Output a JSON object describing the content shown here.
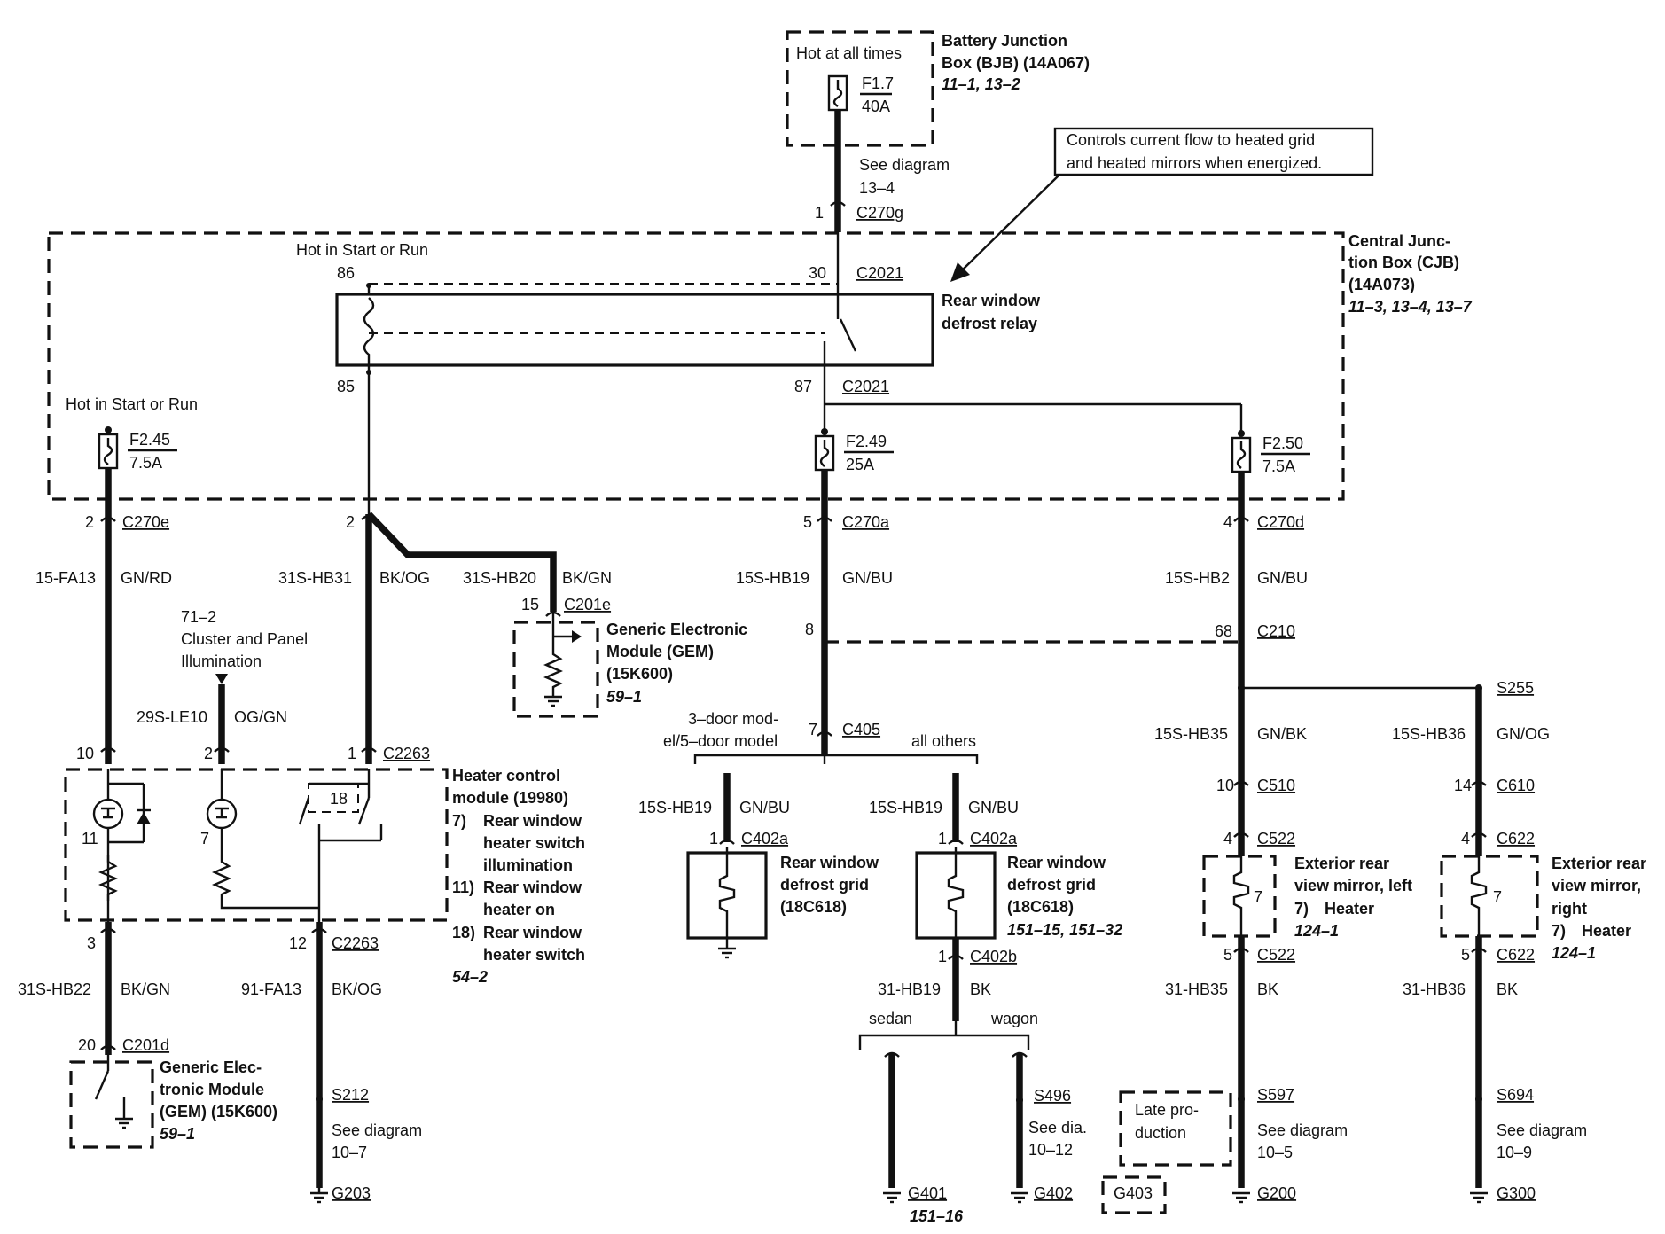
{
  "callout": "Controls current flow to heated grid and heated mirrors when energized.",
  "bjb": {
    "hot": "Hot at all times",
    "title1": "Battery Junction",
    "title2": "Box (BJB) (14A067)",
    "ref": "11–1, 13–2",
    "fuse": "F1.7",
    "amp": "40A",
    "see1": "See diagram",
    "see2": "13–4",
    "pin": "1",
    "conn": "C270g"
  },
  "cjb": {
    "title1": "Central Junc-",
    "title2": "tion Box (CJB)",
    "title3": "(14A073)",
    "ref": "11–3, 13–4, 13–7",
    "hot_relay": "Hot in Start or Run",
    "hot_left": "Hot in Start or Run",
    "relay1": "Rear window",
    "relay2": "defrost relay",
    "p86": "86",
    "p85": "85",
    "p30": "30",
    "p87": "87",
    "c2021a": "C2021",
    "c2021b": "C2021",
    "f245": "F2.45",
    "f245a": "7.5A",
    "f249": "F2.49",
    "f249a": "25A",
    "f250": "F2.50",
    "f250a": "7.5A"
  },
  "col1": {
    "pin": "2",
    "conn": "C270e",
    "circ": "15-FA13",
    "color": "GN/RD",
    "pin10": "10",
    "pin3": "3",
    "circ2": "31S-HB22",
    "color2": "BK/GN",
    "pin20": "20",
    "conn2": "C201d",
    "gem1": "Generic Elec-",
    "gem2": "tronic Module",
    "gem3": "(GEM) (15K600)",
    "gemref": "59–1"
  },
  "col2": {
    "ref": "71–2",
    "lbl1": "Cluster and Panel",
    "lbl2": "Illumination",
    "circ": "29S-LE10",
    "color": "OG/GN",
    "pin": "2",
    "pin12": "12",
    "conn12": "C2263",
    "circ2": "91-FA13",
    "color2": "BK/OG",
    "splice": "S212",
    "see1": "See diagram",
    "see2": "10–7",
    "ground": "G203"
  },
  "col3": {
    "pin": "2",
    "circ": "31S-HB31",
    "color": "BK/OG",
    "pin1": "1",
    "conn": "C2263",
    "circ2": "31S-HB20",
    "color2": "BK/GN",
    "pin15": "15",
    "conn2": "C201e",
    "gem1": "Generic Electronic",
    "gem2": "Module (GEM)",
    "gem3": "(15K600)",
    "gemref": "59–1"
  },
  "hcm": {
    "t1": "Heater control",
    "t2": "module (19980)",
    "n7": "7)",
    "l7a": "Rear window",
    "l7b": "heater switch",
    "l7c": "illumination",
    "n11": "11)",
    "l11a": "Rear window",
    "l11b": "heater on",
    "n18": "18)",
    "l18a": "Rear window",
    "l18b": "heater switch",
    "ref": "54–2",
    "i11": "11",
    "i7": "7",
    "i18": "18"
  },
  "col4": {
    "pin": "5",
    "conn": "C270a",
    "circ": "15S-HB19",
    "color": "GN/BU",
    "pin8": "8",
    "pin7": "7",
    "conn405": "C405",
    "lblA1": "3–door mod-",
    "lblA2": "el/5–door model",
    "lblB": "all others",
    "gridA_circ": "15S-HB19",
    "gridA_color": "GN/BU",
    "gridA_pin": "1",
    "gridA_conn": "C402a",
    "gridA_1": "Rear window",
    "gridA_2": "defrost grid",
    "gridA_3": "(18C618)",
    "gridB_circ": "15S-HB19",
    "gridB_color": "GN/BU",
    "gridB_pin": "1",
    "gridB_conn": "C402a",
    "gridB_1": "Rear window",
    "gridB_2": "defrost grid",
    "gridB_3": "(18C618)",
    "gridB_ref": "151–15, 151–32",
    "gridB_pin2": "1",
    "gridB_conn2": "C402b",
    "circ2": "31-HB19",
    "color2": "BK",
    "sedan": "sedan",
    "wagon": "wagon",
    "g401": "G401",
    "g401ref": "151–16",
    "s496": "S496",
    "see1": "See dia.",
    "see2": "10–12",
    "g402": "G402"
  },
  "col5": {
    "pin": "4",
    "conn": "C270d",
    "circ": "15S-HB2",
    "color": "GN/BU",
    "pin68": "68",
    "conn210": "C210",
    "circ2": "15S-HB35",
    "color2": "GN/BK",
    "pin10": "10",
    "conn510": "C510",
    "pin4": "4",
    "conn522a": "C522",
    "m1": "Exterior rear",
    "m2": "view mirror, left",
    "m3n": "7)",
    "m3": "Heater",
    "mref": "124–1",
    "mi": "7",
    "pin5": "5",
    "conn522b": "C522",
    "circ3": "31-HB35",
    "color3": "BK",
    "splice": "S597",
    "see1": "See diagram",
    "see2": "10–5",
    "ground": "G200",
    "late1": "Late pro-",
    "late2": "duction",
    "g403": "G403"
  },
  "col6": {
    "splice": "S255",
    "circ": "15S-HB36",
    "color": "GN/OG",
    "pin14": "14",
    "conn610": "C610",
    "pin4": "4",
    "conn622a": "C622",
    "m1": "Exterior rear",
    "m2": "view mirror,",
    "m3": "right",
    "m4n": "7)",
    "m4": "Heater",
    "mref": "124–1",
    "mi": "7",
    "pin5": "5",
    "conn622b": "C622",
    "circ2": "31-HB36",
    "color2": "BK",
    "splice2": "S694",
    "see1": "See diagram",
    "see2": "10–9",
    "ground": "G300"
  }
}
